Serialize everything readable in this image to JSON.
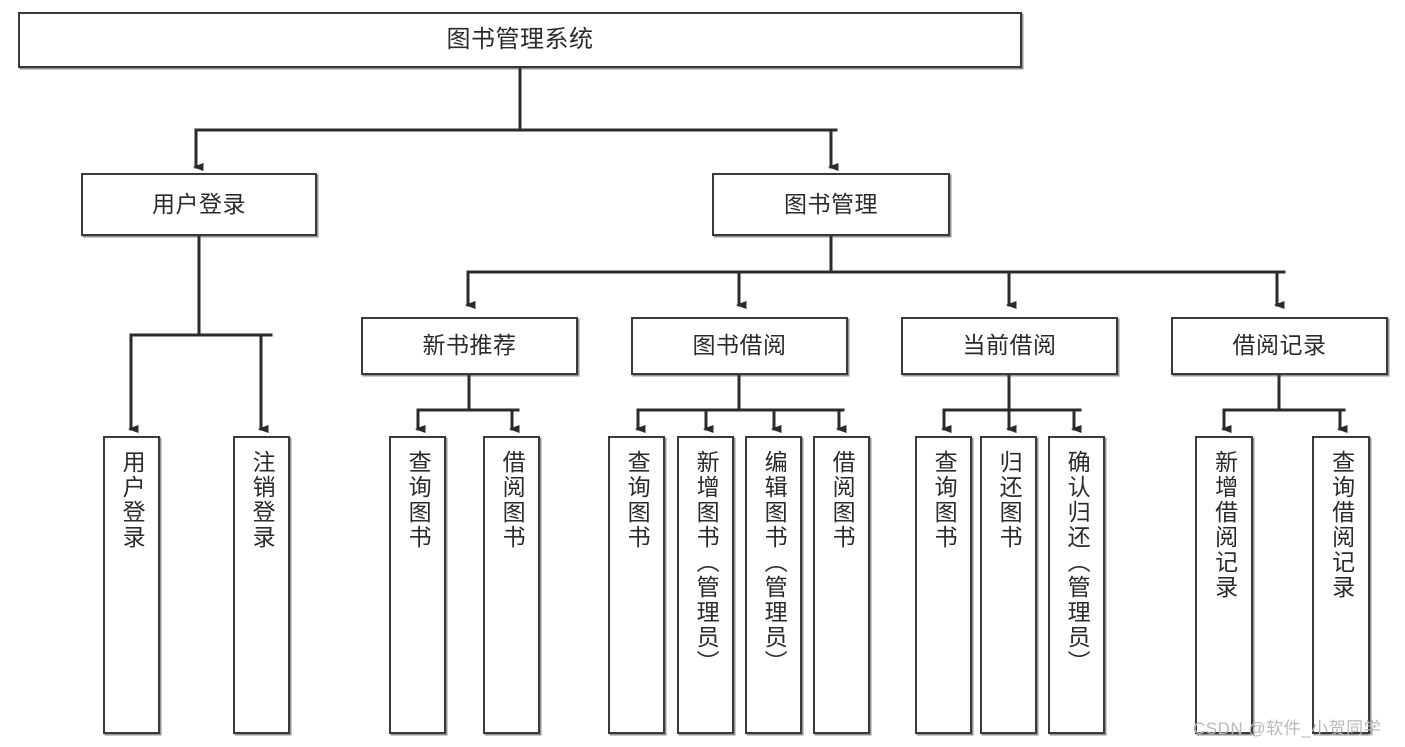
{
  "diagram": {
    "title": "图书管理系统",
    "type": "tree-hierarchy",
    "orientation": "top-down",
    "colors": {
      "box_border": "#3a3a3a",
      "box_fill": "#ffffff",
      "edge": "#2b2b2b",
      "text": "#2b2b2b",
      "watermark": "#b9b9b9"
    },
    "root": {
      "label": "图书管理系统"
    },
    "level1": [
      {
        "label": "用户登录"
      },
      {
        "label": "图书管理"
      }
    ],
    "level2": [
      {
        "label": "新书推荐"
      },
      {
        "label": "图书借阅"
      },
      {
        "label": "当前借阅"
      },
      {
        "label": "借阅记录"
      }
    ],
    "leaves": {
      "user_login": [
        {
          "label": "用户登录"
        },
        {
          "label": "注销登录"
        }
      ],
      "new_book_recommend": [
        {
          "label": "查询图书"
        },
        {
          "label": "借阅图书"
        }
      ],
      "book_borrow": [
        {
          "label": "查询图书"
        },
        {
          "label": "新增图书（管理员）"
        },
        {
          "label": "编辑图书（管理员）"
        },
        {
          "label": "借阅图书"
        }
      ],
      "current_borrow": [
        {
          "label": "查询图书"
        },
        {
          "label": "归还图书"
        },
        {
          "label": "确认归还（管理员）"
        }
      ],
      "borrow_record": [
        {
          "label": "新增借阅记录"
        },
        {
          "label": "查询借阅记录"
        }
      ]
    },
    "watermark": "CSDN @软件_小贺同学"
  }
}
